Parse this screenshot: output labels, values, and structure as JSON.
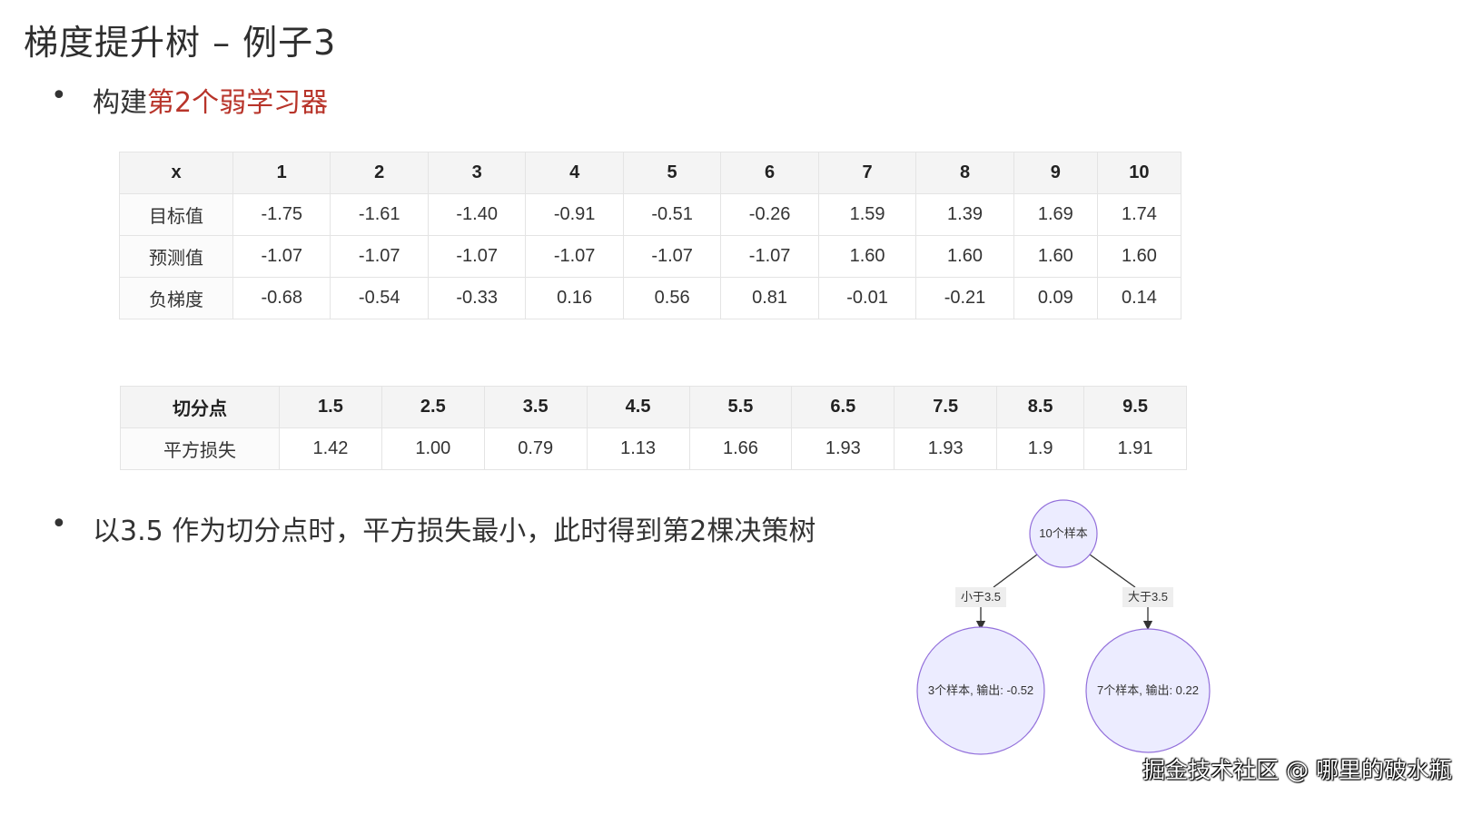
{
  "title": "梯度提升树 – 例子3",
  "bullet1": {
    "prefix": "构建",
    "highlight": "第2个弱学习器"
  },
  "table1": {
    "header": [
      "x",
      "1",
      "2",
      "3",
      "4",
      "5",
      "6",
      "7",
      "8",
      "9",
      "10"
    ],
    "rows": [
      [
        "目标值",
        "-1.75",
        "-1.61",
        "-1.40",
        "-0.91",
        "-0.51",
        "-0.26",
        "1.59",
        "1.39",
        "1.69",
        "1.74"
      ],
      [
        "预测值",
        "-1.07",
        "-1.07",
        "-1.07",
        "-1.07",
        "-1.07",
        "-1.07",
        "1.60",
        "1.60",
        "1.60",
        "1.60"
      ],
      [
        "负梯度",
        "-0.68",
        "-0.54",
        "-0.33",
        "0.16",
        "0.56",
        "0.81",
        "-0.01",
        "-0.21",
        "0.09",
        "0.14"
      ]
    ]
  },
  "table2": {
    "header": [
      "切分点",
      "1.5",
      "2.5",
      "3.5",
      "4.5",
      "5.5",
      "6.5",
      "7.5",
      "8.5",
      "9.5"
    ],
    "rows": [
      [
        "平方损失",
        "1.42",
        "1.00",
        "0.79",
        "1.13",
        "1.66",
        "1.93",
        "1.93",
        "1.9",
        "1.91"
      ]
    ]
  },
  "bullet2": {
    "text": "以3.5 作为切分点时，平方损失最小，此时得到第2棵决策树"
  },
  "tree": {
    "root": "10个样本",
    "left_edge": "小于3.5",
    "right_edge": "大于3.5",
    "left_leaf": "3个样本, 输出: -0.52",
    "right_leaf": "7个样本, 输出: 0.22"
  },
  "colors": {
    "accent": "#b8342a",
    "node_fill": "#ececff",
    "node_stroke": "#9370db"
  },
  "watermark": "掘金技术社区 @ 哪里的破水瓶"
}
